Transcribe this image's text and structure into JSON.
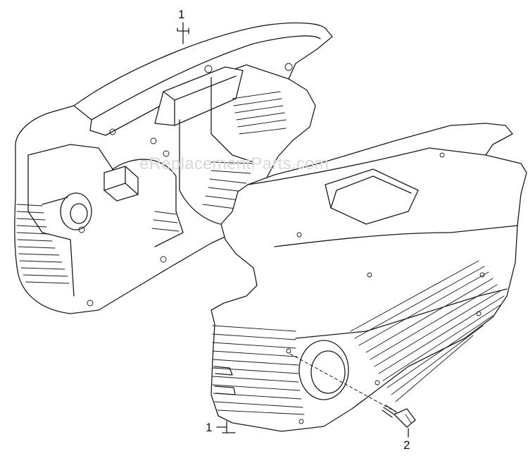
{
  "diagram": {
    "callouts": [
      {
        "id": "top",
        "label": "1"
      },
      {
        "id": "bottom",
        "label": "1"
      },
      {
        "id": "screw",
        "label": "2"
      }
    ],
    "watermark": "eReplacementParts.com",
    "parts": [
      {
        "name": "rear-housing-half",
        "callout": "1"
      },
      {
        "name": "front-housing-half",
        "callout": "1"
      },
      {
        "name": "screw",
        "callout": "2"
      }
    ],
    "colors": {
      "line": "#1a1a1a",
      "background": "#ffffff",
      "watermark": "#d9d9d9"
    }
  }
}
